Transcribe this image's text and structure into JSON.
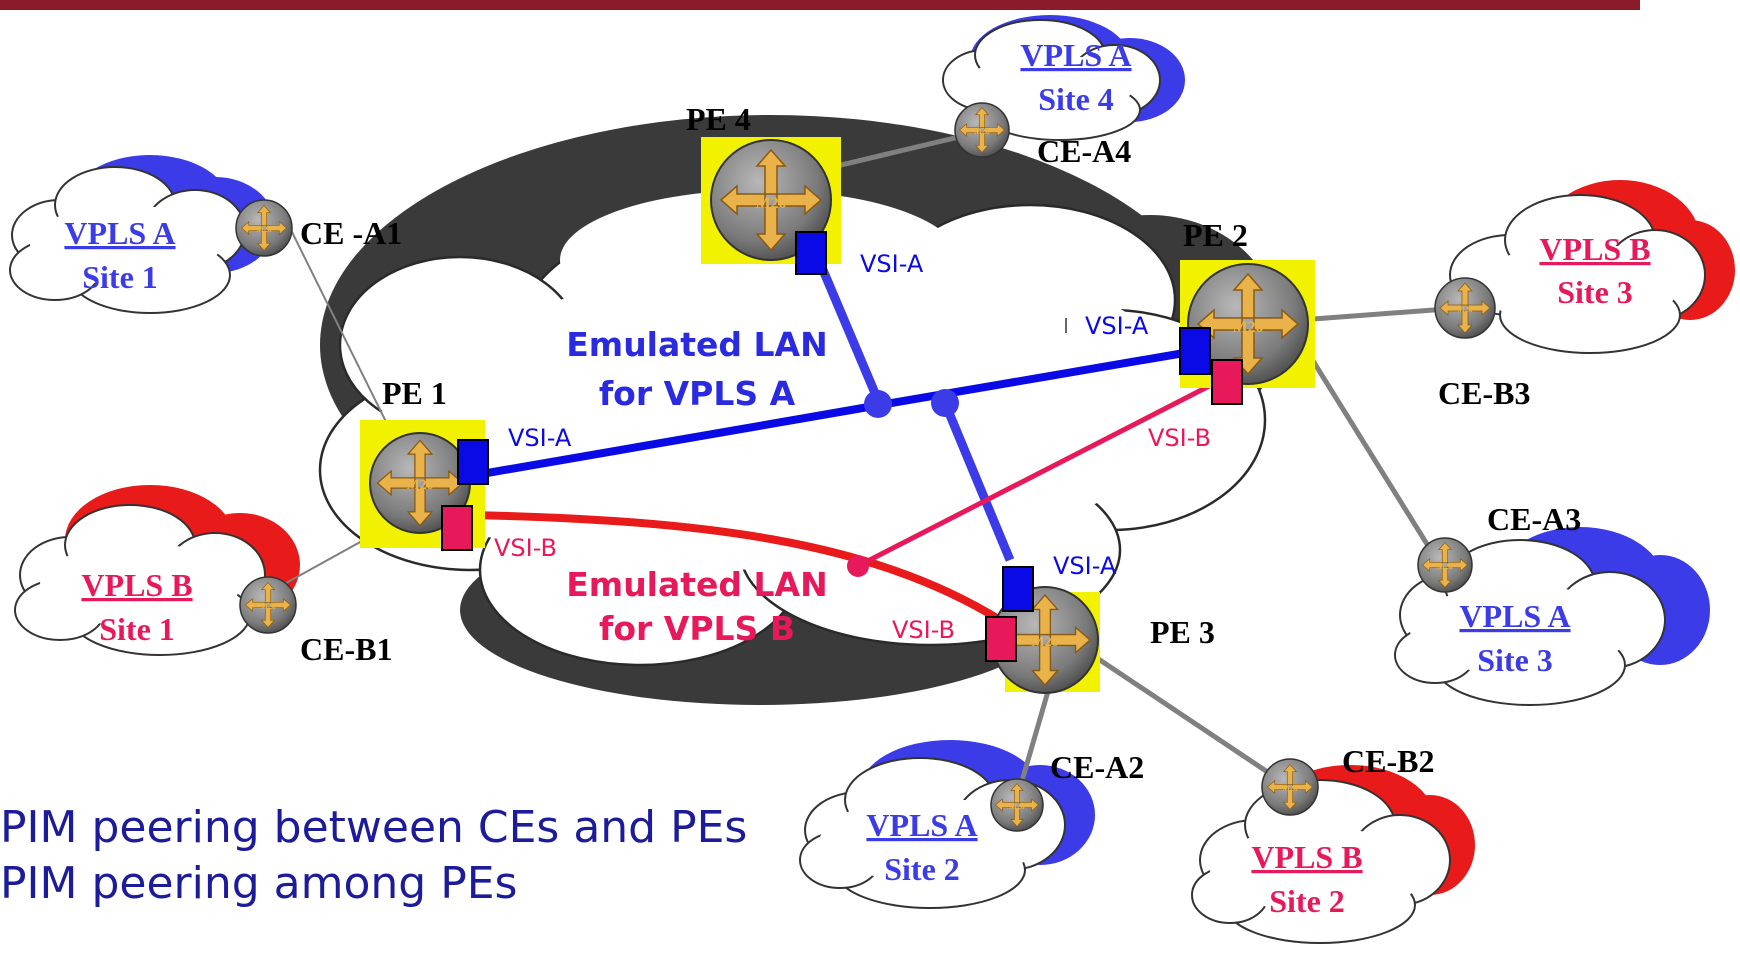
{
  "colors": {
    "topbar": "#8b1a2b",
    "vpls_a": "#2a2ae0",
    "vpls_b": "#e8195a",
    "vsi_a_box": "#0a0ae6",
    "vsi_b_box": "#e8195a",
    "pe_highlight": "#f2f200",
    "bullet_text": "#1c1c9a"
  },
  "pe_routers": {
    "pe1": {
      "label": "PE 1",
      "chip": "M20"
    },
    "pe2": {
      "label": "PE 2",
      "chip": "M20"
    },
    "pe3": {
      "label": "PE 3",
      "chip": "M20"
    },
    "pe4": {
      "label": "PE 4",
      "chip": "M20"
    }
  },
  "ce_routers": {
    "ce_a1": {
      "label": "CE -A1",
      "chip": "M20"
    },
    "ce_a2": {
      "label": "CE-A2",
      "chip": "M20"
    },
    "ce_a3": {
      "label": "CE-A3",
      "chip": "M20"
    },
    "ce_a4": {
      "label": "CE-A4",
      "chip": "M20"
    },
    "ce_b1": {
      "label": "CE-B1",
      "chip": "M20"
    },
    "ce_b2": {
      "label": "CE-B2",
      "chip": "M20"
    },
    "ce_b3": {
      "label": "CE-B3",
      "chip": "M20"
    }
  },
  "vsi": {
    "vsi_a": "VSI-A",
    "vsi_b": "VSI-B"
  },
  "emulated_lan": {
    "a_line1": "Emulated LAN",
    "a_line2": "for VPLS A",
    "b_line1": "Emulated LAN",
    "b_line2": "for VPLS B"
  },
  "sites": {
    "a1": {
      "line1": "VPLS A",
      "line2": "Site 1"
    },
    "a2": {
      "line1": "VPLS A",
      "line2": "Site 2"
    },
    "a3": {
      "line1": "VPLS A",
      "line2": "Site 3"
    },
    "a4": {
      "line1": "VPLS A",
      "line2": "Site 4"
    },
    "b1": {
      "line1": "VPLS B",
      "line2": "Site 1"
    },
    "b2": {
      "line1": "VPLS B",
      "line2": "Site 2"
    },
    "b3": {
      "line1": "VPLS B",
      "line2": "Site 3"
    }
  },
  "bullets": [
    "PIM peering between CEs and PEs",
    "PIM peering among PEs"
  ]
}
